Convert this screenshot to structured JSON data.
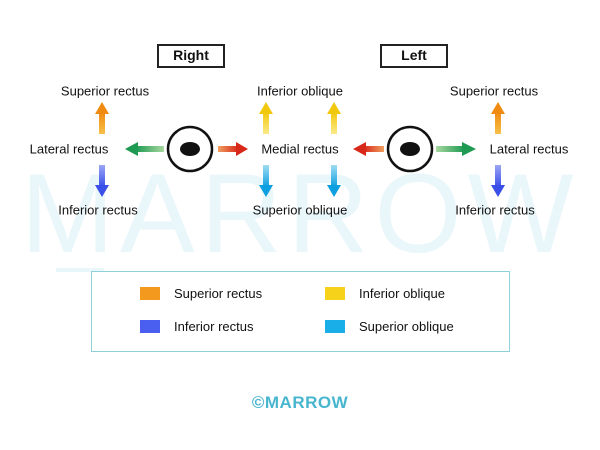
{
  "title_right": "Right",
  "title_left": "Left",
  "labels": {
    "right_superior_rectus": "Superior rectus",
    "right_lateral_rectus": "Lateral rectus",
    "right_inferior_rectus": "Inferior rectus",
    "medial_rectus": "Medial rectus",
    "inferior_oblique": "Inferior oblique",
    "superior_oblique": "Superior oblique",
    "left_superior_rectus": "Superior rectus",
    "left_lateral_rectus": "Lateral rectus",
    "left_inferior_rectus": "Inferior rectus"
  },
  "legend": [
    {
      "label": "Superior rectus",
      "color": "#f39a1e"
    },
    {
      "label": "Inferior oblique",
      "color": "#f7d21a"
    },
    {
      "label": "Inferior rectus",
      "color": "#4a5ff0"
    },
    {
      "label": "Superior oblique",
      "color": "#1aaee8"
    }
  ],
  "watermark": "MARROW",
  "copyright": "©MARROW",
  "colors": {
    "superior_rectus": "#f39a1e",
    "inferior_rectus": "#4a5ff0",
    "inferior_oblique": "#f7d21a",
    "superior_oblique": "#1aaee8",
    "lateral_rectus": "#2fa85a",
    "medial_rectus": "#e0301e",
    "legend_border": "#8fd0da",
    "watermark": "#e9f6fa",
    "copyright": "#48b6cf"
  }
}
